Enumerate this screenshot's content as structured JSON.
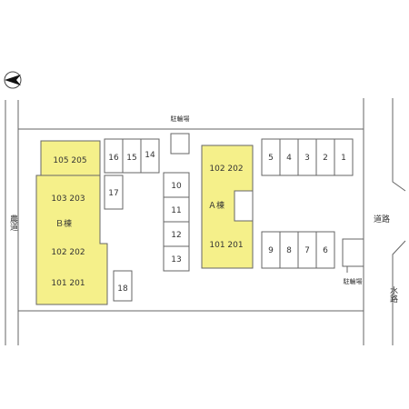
{
  "buildings": {
    "a": {
      "name": "Ａ棟",
      "units": [
        "102 202",
        "101 201"
      ]
    },
    "b": {
      "name": "Ｂ棟",
      "units": [
        "105 205",
        "103 203",
        "102 202",
        "101 201"
      ]
    }
  },
  "parking": {
    "top_right": [
      "5",
      "4",
      "3",
      "2",
      "1"
    ],
    "bottom_right": [
      "9",
      "8",
      "7",
      "6"
    ],
    "center": [
      "10",
      "11",
      "12",
      "13"
    ],
    "top_left": [
      "16",
      "15",
      "14"
    ],
    "left_17": "17",
    "left_18": "18"
  },
  "labels": {
    "bike_top": "駐輪場",
    "bike_right": "駐輪場",
    "farm_road": "農道",
    "road": "道路",
    "waterway": "水路"
  },
  "colors": {
    "building": "#f5f08a",
    "line": "#666666"
  }
}
